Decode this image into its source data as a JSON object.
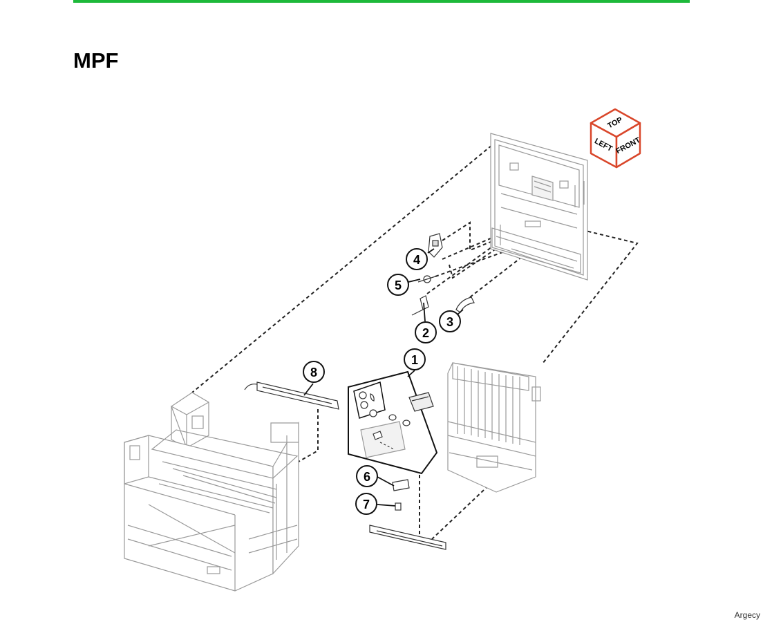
{
  "header": {
    "title": "MPF",
    "rule_color": "#1db93a"
  },
  "orientation_cube": {
    "top": "TOP",
    "left": "LEFT",
    "front": "FRONT",
    "color": "#d9462a"
  },
  "callouts": [
    {
      "id": "callout-1",
      "label": "1"
    },
    {
      "id": "callout-2",
      "label": "2"
    },
    {
      "id": "callout-3",
      "label": "3"
    },
    {
      "id": "callout-4",
      "label": "4"
    },
    {
      "id": "callout-5",
      "label": "5"
    },
    {
      "id": "callout-6",
      "label": "6"
    },
    {
      "id": "callout-7",
      "label": "7"
    },
    {
      "id": "callout-8",
      "label": "8"
    }
  ],
  "footer": {
    "brand": "Argecy"
  }
}
